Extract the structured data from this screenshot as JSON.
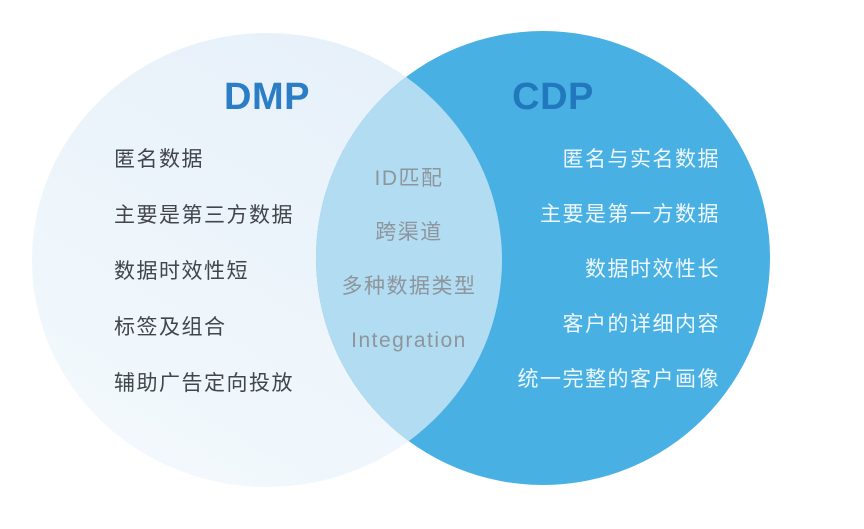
{
  "diagram": {
    "type": "venn",
    "left": {
      "title": "DMP",
      "items": [
        "匿名数据",
        "主要是第三方数据",
        "数据时效性短",
        "标签及组合",
        "辅助广告定向投放"
      ]
    },
    "center": {
      "items": [
        "ID匹配",
        "跨渠道",
        "多种数据类型",
        "Integration"
      ]
    },
    "right": {
      "title": "CDP",
      "items": [
        "匿名与实名数据",
        "主要是第一方数据",
        "数据时效性长",
        "客户的详细内容",
        "统一完整的客户画像"
      ]
    }
  },
  "colors": {
    "page_bg": "#ffffff",
    "dmp_circle_top": "#e6f0f9",
    "dmp_circle_bottom": "#f3f9fd",
    "cdp_circle": "#49b0e4",
    "overlap_lens": "#b2dcf1",
    "dmp_title_text": "#2b7ec6",
    "cdp_title_text": "#2278bd",
    "left_item_text": "#42464b",
    "center_item_text": "#8d959d",
    "right_item_text": "#edf7fd"
  }
}
